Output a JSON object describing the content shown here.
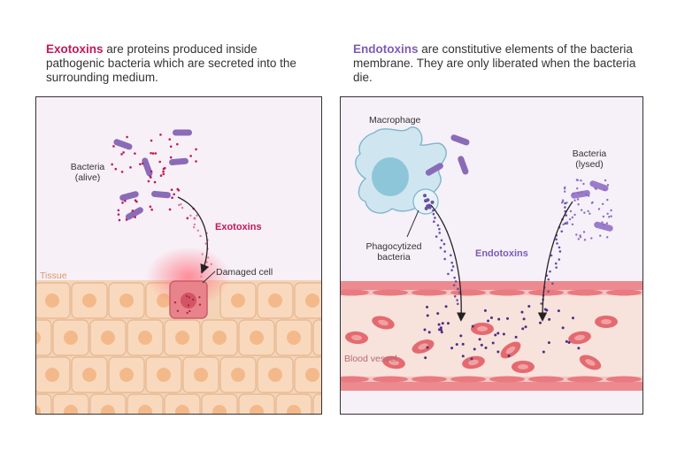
{
  "left": {
    "caption_highlight": "Exotoxins",
    "caption_rest": " are proteins produced inside pathogenic bacteria which are secreted into the surrounding medium.",
    "bacteria_label_line1": "Bacteria",
    "bacteria_label_line2": "(alive)",
    "toxin_label": "Exotoxins",
    "damaged_cell_label": "Damaged cell",
    "tissue_label": "Tissue"
  },
  "right": {
    "caption_highlight": "Endotoxins",
    "caption_rest": " are constitutive elements of the bacteria membrane. They are only liberated when the bacteria die.",
    "macrophage_label": "Macrophage",
    "lysed_label_line1": "Bacteria",
    "lysed_label_line2": "(lysed)",
    "phago_label_line1": "Phagocytized",
    "phago_label_line2": "bacteria",
    "toxin_label": "Endotoxins",
    "vessel_label": "Blood vessel"
  },
  "colors": {
    "exotoxin": "#c2185b",
    "endotoxin": "#7b5cb8",
    "bacteria": "#8a6bb8",
    "cell_fill": "#f9d9bd",
    "cell_nucleus": "#f4b98a",
    "damaged_cell": "#e57a86",
    "rbc": "#e46a6f",
    "macrophage": "#cfe6f0",
    "vessel_wall": "#e97a80"
  }
}
